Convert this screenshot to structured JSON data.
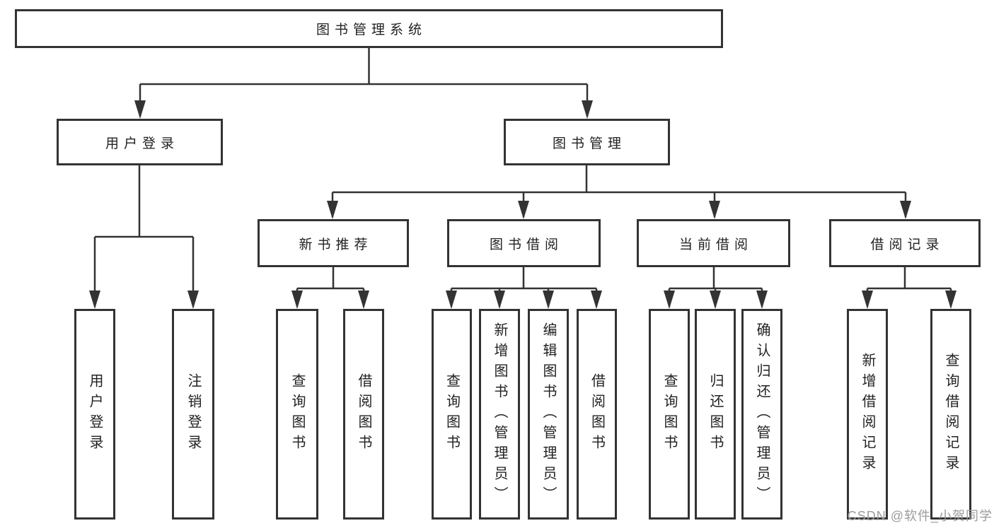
{
  "tree": {
    "label": "图书管理系统",
    "children": [
      {
        "label": "用户登录",
        "children": [
          {
            "label": "用户登录"
          },
          {
            "label": "注销登录"
          }
        ]
      },
      {
        "label": "图书管理",
        "children": [
          {
            "label": "新书推荐",
            "children": [
              {
                "label": "查询图书"
              },
              {
                "label": "借阅图书"
              }
            ]
          },
          {
            "label": "图书借阅",
            "children": [
              {
                "label": "查询图书"
              },
              {
                "label": "新增图书（管理员）"
              },
              {
                "label": "编辑图书（管理员）"
              },
              {
                "label": "借阅图书"
              }
            ]
          },
          {
            "label": "当前借阅",
            "children": [
              {
                "label": "查询图书"
              },
              {
                "label": "归还图书"
              },
              {
                "label": "确认归还（管理员）"
              }
            ]
          },
          {
            "label": "借阅记录",
            "children": [
              {
                "label": "新增借阅记录"
              },
              {
                "label": "查询借阅记录"
              }
            ]
          }
        ]
      }
    ]
  },
  "watermark": "CSDN @软件_小贺同学",
  "colors": {
    "line": "#333333",
    "box_border": "#333333",
    "text": "#222222",
    "watermark": "#9b9b9b",
    "background": "#ffffff"
  }
}
